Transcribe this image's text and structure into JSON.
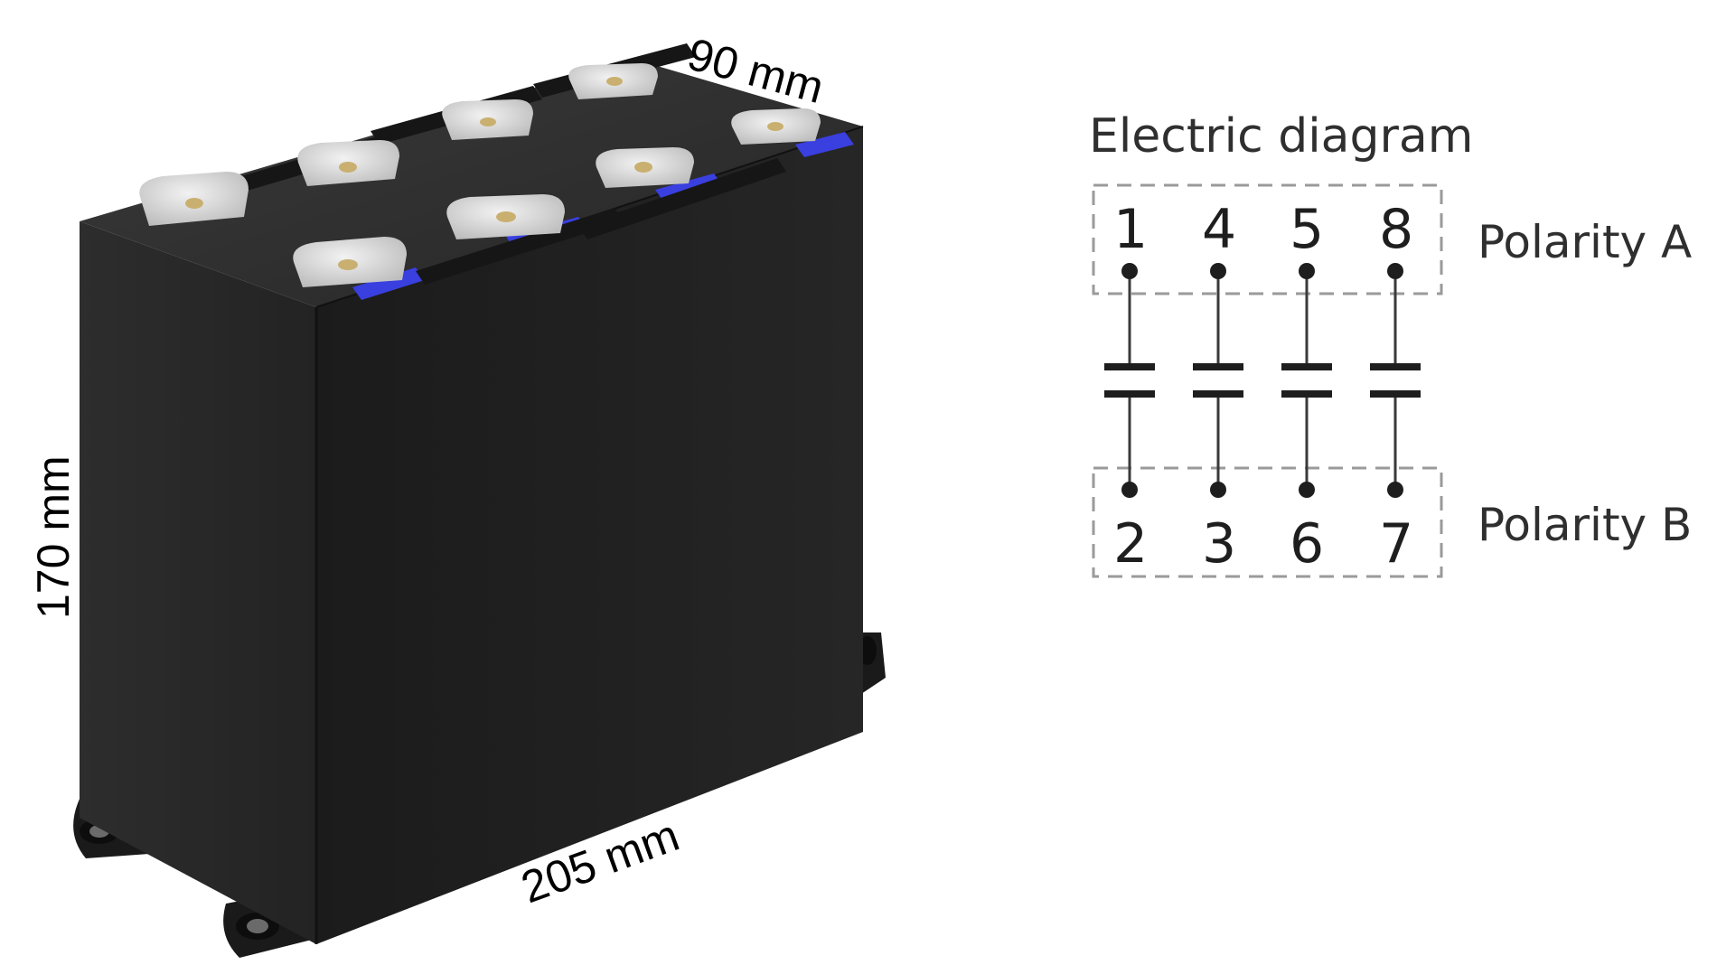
{
  "dimensions": {
    "depth": "90 mm",
    "height": "170 mm",
    "length": "205 mm"
  },
  "diagram": {
    "title": "Electric diagram",
    "pins_top": [
      "1",
      "4",
      "5",
      "8"
    ],
    "pins_bottom": [
      "2",
      "3",
      "6",
      "7"
    ],
    "polarity_top": "Polarity A",
    "polarity_bottom": "Polarity B"
  },
  "colors": {
    "body": "#1f1f1f",
    "accent": "#3a3fe0",
    "terminal": "#d9d9d9",
    "screw": "#c9b070"
  }
}
